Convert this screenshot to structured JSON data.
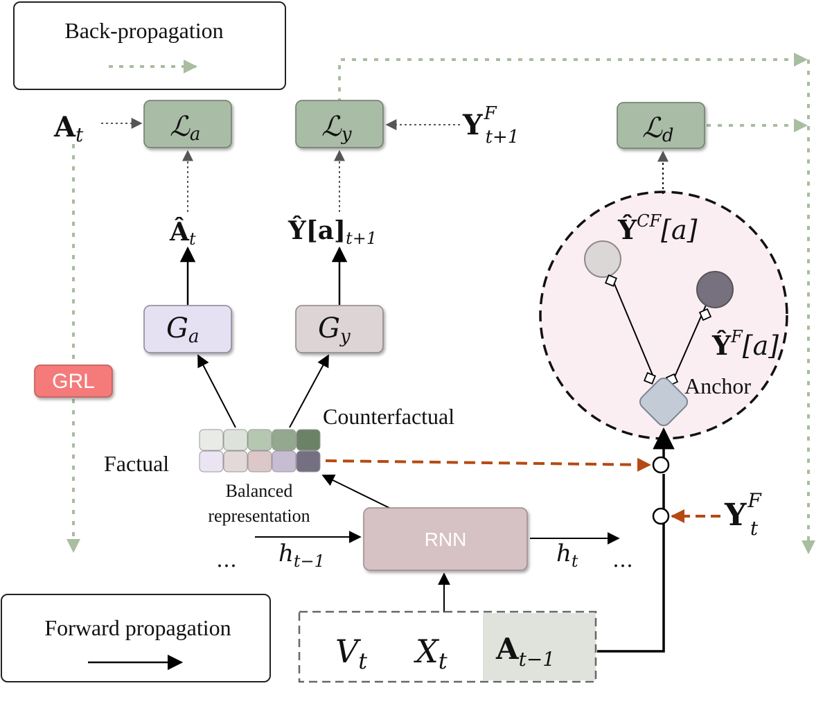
{
  "legend": {
    "back_label": "Back-propagation",
    "forward_label": "Forward propagation"
  },
  "losses": {
    "la": "ℒ",
    "la_sub": "a",
    "ly": "ℒ",
    "ly_sub": "y",
    "ld": "ℒ",
    "ld_sub": "d"
  },
  "targets": {
    "a_t": "A",
    "a_t_sub": "t",
    "y_next": "Y",
    "y_next_sup": "F",
    "y_next_sub": "t+1",
    "y_t": "Y",
    "y_t_sup": "F",
    "y_t_sub": "t"
  },
  "predictions": {
    "a_hat": "Â",
    "a_hat_sub": "t",
    "y_hat": "Ŷ[a]",
    "y_hat_sub": "t+1",
    "y_cf": "Ŷ",
    "y_cf_sup": "CF",
    "y_cf_tail": "[a]",
    "y_f": "Ŷ",
    "y_f_sup": "F",
    "y_f_tail": "[a]"
  },
  "heads": {
    "ga": "G",
    "ga_sub": "a",
    "gy": "G",
    "gy_sub": "y"
  },
  "grl": "GRL",
  "representation": {
    "counterfactual": "Counterfactual",
    "factual": "Factual",
    "balanced_1": "Balanced",
    "balanced_2": "representation"
  },
  "rnn": {
    "label": "RNN",
    "h_prev": "h",
    "h_prev_sub": "t−1",
    "h_next": "h",
    "h_next_sub": "t",
    "dots_left": "…",
    "dots_right": "…"
  },
  "inputs": {
    "v": "V",
    "v_sub": "t",
    "x": "X",
    "x_sub": "t",
    "a_prev": "A",
    "a_prev_sub": "t−1"
  },
  "anchor": "Anchor",
  "colors": {
    "loss_fill": "#a9bca6",
    "ga_fill": "#e6e0f3",
    "gy_fill": "#ddd5d5",
    "rnn_fill": "#d6c1c4",
    "grl_fill": "#f57a7a",
    "backprop": "#a9bda0",
    "orange": "#b54a12",
    "pink_region": "#fbeef3",
    "anchor_fill": "#c3ccd6",
    "cf_node": "#dcd7d7",
    "f_node": "#76707f"
  }
}
